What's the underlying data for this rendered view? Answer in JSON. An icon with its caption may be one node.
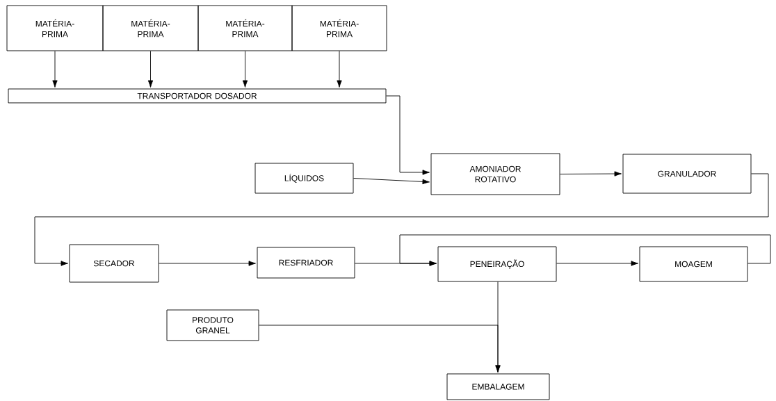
{
  "diagram": {
    "nodes": [
      {
        "text": [
          "MATÉRIA- PRIMA"
        ]
      },
      {
        "text": [
          "MATÉRIA- PRIMA"
        ]
      },
      {
        "text": [
          "MATÉRIA- PRIMA"
        ]
      },
      {
        "text": [
          "MATÉRIA- PRIMA"
        ]
      },
      {
        "text": [
          "TRANSPORTADOR DOSADOR"
        ]
      },
      {
        "text": [
          "LÍQUIDOS"
        ]
      },
      {
        "text": [
          "AMONIADOR ROTATIVO"
        ]
      },
      {
        "text": [
          "GRANULADOR"
        ]
      },
      {
        "text": [
          "SECADOR"
        ]
      },
      {
        "text": [
          "RESFRIADOR"
        ]
      },
      {
        "text": [
          "PENEIRAÇÃO"
        ]
      },
      {
        "text": [
          "MOAGEM"
        ]
      },
      {
        "text": [
          "PRODUTO GRANEL"
        ]
      },
      {
        "text": [
          "EMBALAGEM"
        ]
      }
    ],
    "edges": [
      {
        "from": 0,
        "to": 4,
        "arrow": "to"
      },
      {
        "from": 1,
        "to": 4,
        "arrow": "to"
      },
      {
        "from": 2,
        "to": 4,
        "arrow": "to"
      },
      {
        "from": 3,
        "to": 4,
        "arrow": "to"
      },
      {
        "from": 4,
        "to": 6,
        "arrow": "to"
      },
      {
        "from": 5,
        "to": 6,
        "arrow": "to"
      },
      {
        "from": 6,
        "to": 7,
        "arrow": "to"
      },
      {
        "from": 7,
        "to": 8,
        "arrow": "to"
      },
      {
        "from": 8,
        "to": 9,
        "arrow": "to"
      },
      {
        "from": 9,
        "to": 10,
        "arrow": "to"
      },
      {
        "from": 10,
        "to": 11,
        "arrow": "to"
      },
      {
        "from": 11,
        "to": 10,
        "arrow": "to"
      },
      {
        "from": 10,
        "to": 13,
        "arrow": "to"
      },
      {
        "from": 12,
        "to": 13,
        "arrow": "to"
      }
    ]
  }
}
